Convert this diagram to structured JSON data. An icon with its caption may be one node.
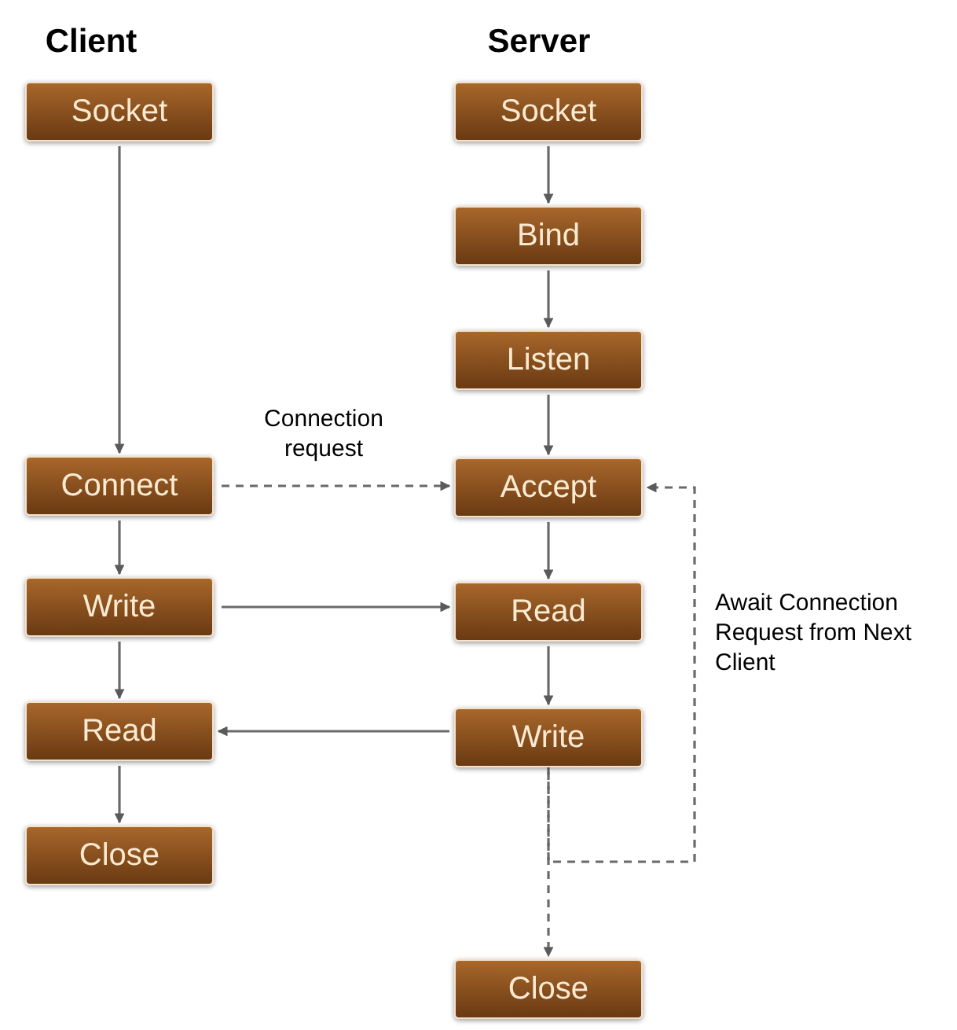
{
  "diagram": {
    "nodes": [
      {
        "text": [
          "Socket"
        ]
      },
      {
        "text": [
          "Connect"
        ]
      },
      {
        "text": [
          "Write"
        ]
      },
      {
        "text": [
          "Read"
        ]
      },
      {
        "text": [
          "Close"
        ]
      },
      {
        "text": [
          "Socket"
        ]
      },
      {
        "text": [
          "Bind"
        ]
      },
      {
        "text": [
          "Listen"
        ]
      },
      {
        "text": [
          "Accept"
        ]
      },
      {
        "text": [
          "Read"
        ]
      },
      {
        "text": [
          "Write"
        ]
      },
      {
        "text": [
          "Close"
        ]
      }
    ],
    "edges": [
      {
        "from": 0,
        "to": 1,
        "arrow": "to"
      },
      {
        "from": 1,
        "to": 2,
        "arrow": "to"
      },
      {
        "from": 2,
        "to": 3,
        "arrow": "to"
      },
      {
        "from": 3,
        "to": 4,
        "arrow": "to"
      },
      {
        "from": 5,
        "to": 6,
        "arrow": "to"
      },
      {
        "from": 6,
        "to": 7,
        "arrow": "to"
      },
      {
        "from": 7,
        "to": 8,
        "arrow": "to"
      },
      {
        "from": 8,
        "to": 9,
        "arrow": "to"
      },
      {
        "from": 9,
        "to": 10,
        "arrow": "to"
      },
      {
        "from": 1,
        "to": 8,
        "arrow": "to",
        "style": "dashed",
        "label": "Connection request"
      },
      {
        "from": 2,
        "to": 9,
        "arrow": "to"
      },
      {
        "from": 10,
        "to": 3,
        "arrow": "to"
      },
      {
        "from": 10,
        "to": 11,
        "arrow": "to",
        "style": "dashed"
      },
      {
        "from": 10,
        "to": 8,
        "arrow": "to",
        "style": "dashed",
        "label": "Await Connection Request from Next Client"
      }
    ],
    "labels": [
      "Client",
      "Server"
    ]
  }
}
